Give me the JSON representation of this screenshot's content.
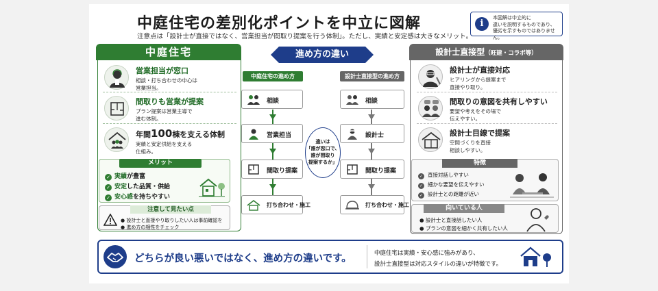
{
  "title": "中庭住宅の差別化ポイントを中立に図解",
  "subtitle": "注意点は「設計士が直接ではなく、営業担当が間取り提案を行う体制」。ただし、実績と安定感は大きなメリット。",
  "note": {
    "icon": "info-icon",
    "lines": [
      "本図解は中立的に",
      "違いを説明するものであり、",
      "優劣を示すものではありません。"
    ]
  },
  "left": {
    "header": "中庭住宅",
    "accent": "#2f7d32",
    "items": [
      {
        "icon": "salesperson-icon",
        "title": "営業担当が窓口",
        "desc": [
          "相談・打ち合わせの中心は",
          "営業担当。"
        ]
      },
      {
        "icon": "floorplan-icon",
        "title": "間取りも営業が提案",
        "desc": [
          "プラン提案は営業主導で",
          "進む体制。"
        ]
      },
      {
        "icon": "house-family-icon",
        "title_pre": "年間",
        "title_num": "100",
        "title_post": "棟を支える体制",
        "desc": [
          "実績と安定供給を支える",
          "仕組み。"
        ]
      }
    ],
    "merit": {
      "header": "メリット",
      "items": [
        {
          "hl": "実績",
          "rest": "が豊富"
        },
        {
          "hl": "安定",
          "rest": "した品質・供給"
        },
        {
          "hl": "安心感",
          "rest": "を持ちやすい"
        }
      ]
    },
    "caution": {
      "header": "注意して見たい点",
      "items": [
        "設計士と直接やり取りしたい人は事前確認を",
        "進め方の相性をチェック"
      ]
    }
  },
  "center": {
    "banner": "進め方の違い",
    "left_col": {
      "header": "中庭住宅の進め方",
      "steps": [
        "相談",
        "営業担当",
        "間取り提案",
        "打ち合わせ・施工"
      ]
    },
    "right_col": {
      "header": "設計士直接型の進め方",
      "steps": [
        "相談",
        "設計士",
        "間取り提案",
        "打ち合わせ・施工"
      ]
    },
    "diff_lines": [
      "違いは",
      "「誰が窓口で、",
      "誰が間取り",
      "提案するか」"
    ]
  },
  "right": {
    "header": "設計士直接型",
    "header_sub": "（旺建・コラボ等）",
    "accent": "#666666",
    "items": [
      {
        "icon": "architect-icon",
        "title": "設計士が直接対応",
        "desc": [
          "ヒアリングから提案まで",
          "直接やり取り。"
        ]
      },
      {
        "icon": "conversation-icon",
        "title": "間取りの意図を共有しやすい",
        "desc": [
          "要望や考えをその場で",
          "伝えやすい。"
        ]
      },
      {
        "icon": "house-plan-icon",
        "title": "設計士目線で提案",
        "desc": [
          "空間づくりを直接",
          "相談しやすい。"
        ]
      }
    ],
    "features": {
      "header": "特徴",
      "items": [
        "直接対話しやすい",
        "細かな要望を伝えやすい",
        "設計士との距離が近い"
      ]
    },
    "fit": {
      "header": "向いている人",
      "items": [
        "設計士と直接話したい人",
        "プランの意図を細かく共有したい人"
      ]
    }
  },
  "bottom": {
    "main": "どちらが良い悪いではなく、進め方の違いです。",
    "sub": [
      "中庭住宅は実績・安心感に強みがあり、",
      "設計士直接型は対応スタイルの違いが特徴です。"
    ]
  }
}
